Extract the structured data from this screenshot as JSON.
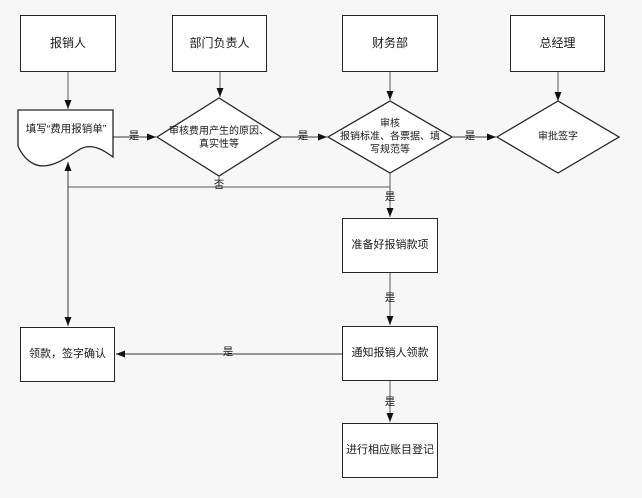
{
  "flowchart": {
    "type": "flowchart",
    "roles": [
      "报销人",
      "部门负责人",
      "财务部",
      "总经理"
    ],
    "nodes": {
      "fill_form": "填写“费用报销单”",
      "review_reason": "审核费用产生的原因、\n真实性等",
      "review_standards": "审核\n报销标准、各票据、填\n写规范等",
      "approval_sign": "审批签字",
      "prepare_payment": "准备好报销款项",
      "notify_payee": "通知报销人领款",
      "receive_sign": "领款，签字确认",
      "ledger_register": "进行相应账目登记"
    },
    "labels": {
      "yes": "是",
      "no": "否"
    },
    "colors": {
      "background": "#f7f7f7",
      "shape_fill": "#ffffff",
      "shape_border": "#262626",
      "connector": "#595959",
      "text": "#1a1a1a"
    }
  }
}
